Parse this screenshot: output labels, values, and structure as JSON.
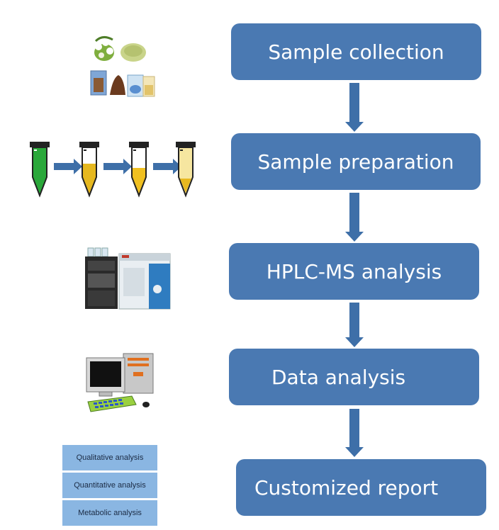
{
  "steps": [
    {
      "label": "Sample collection"
    },
    {
      "label": "Sample preparation"
    },
    {
      "label": "HPLC-MS analysis"
    },
    {
      "label": "Data analysis"
    },
    {
      "label": "Customized report"
    }
  ],
  "report_outputs": [
    {
      "label": "Qualitative analysis"
    },
    {
      "label": "Quantitative analysis"
    },
    {
      "label": "Metabolic analysis"
    }
  ],
  "icons": [
    "sample-materials-icon",
    "tube-series-icon",
    "hplc-ms-instrument-icon",
    "desktop-computer-icon"
  ],
  "colors": {
    "step_fill": "#4a79b2",
    "arrow_fill": "#3e6fa8",
    "output_fill": "#8ab6e2"
  }
}
